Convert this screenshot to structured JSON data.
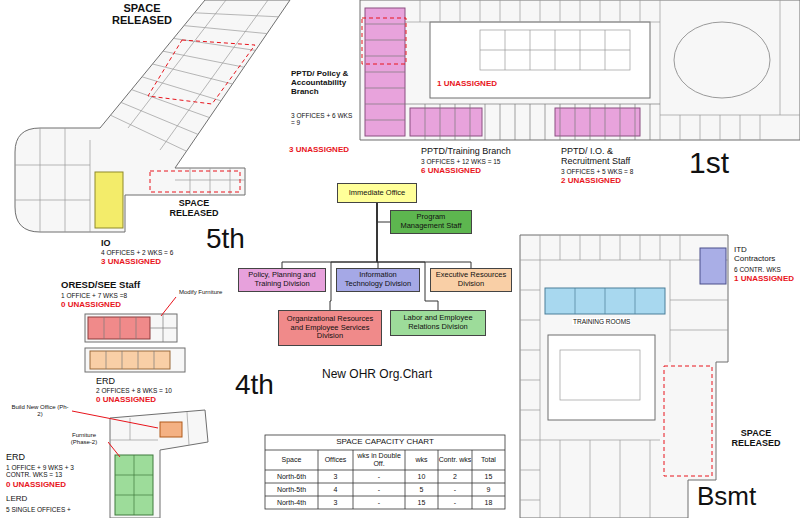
{
  "diagram": {
    "title": "New OHR Org.Chart",
    "nodes": [
      {
        "text": [
          "Immediate Office"
        ]
      },
      {
        "text": [
          "Program Management Staff"
        ]
      },
      {
        "text": [
          "Policy, Planning and Training Division"
        ]
      },
      {
        "text": [
          "Information Technology Division"
        ]
      },
      {
        "text": [
          "Executive Resources Division"
        ]
      },
      {
        "text": [
          "Organizational Resources and Employee Services Division"
        ]
      },
      {
        "text": [
          "Labor and Employee Relations Division"
        ]
      }
    ],
    "edges": [
      {
        "from": 0,
        "to": 1,
        "arrow": "none"
      },
      {
        "from": 0,
        "to": 2,
        "arrow": "none"
      },
      {
        "from": 0,
        "to": 3,
        "arrow": "none"
      },
      {
        "from": 0,
        "to": 4,
        "arrow": "none"
      },
      {
        "from": 0,
        "to": 5,
        "arrow": "none"
      },
      {
        "from": 0,
        "to": 6,
        "arrow": "none"
      }
    ],
    "labels": [
      "SPACE RELEASED",
      "PPTD/ Policy & Accountability Branch",
      "3 OFFICES + 6 WKS = 9",
      "3 UNASSIGNED",
      "1 UNASSIGNED",
      "PPTD/Training Branch",
      "3 OFFICES + 12 WKS = 15",
      "6 UNASSIGNED",
      "PPTD/ I.O. & Recruitment Staff",
      "3 OFFICES + 5 WKS = 8",
      "2 UNASSIGNED",
      "1st",
      "SPACE RELEASED",
      "IO",
      "4 OFFICES + 2 WKS = 6",
      "3 UNASSIGNED",
      "5th",
      "ORESD/SEE Staff",
      "1 OFFICE + 7 WKS =8",
      "0 UNASSIGNED",
      "Modify Furniture",
      "ERD",
      "2 OFFICES + 8 WKS = 10",
      "0 UNASSIGNED",
      "4th",
      "Build New Office (Ph-2)",
      "Furniture (Phase-2)",
      "ERD",
      "1 OFFICE + 9 WKS + 3 CONTR. WKS = 13",
      "0 UNASSIGNED",
      "LERD",
      "5 SINGLE OFFICES +",
      "ITD Contractors",
      "6 CONTR. WKS",
      "1 UNASSIGNED",
      "TRAINING ROOMS",
      "SPACE RELEASED",
      "Bsmt",
      "SPACE CAPACITY CHART",
      "Space",
      "Offices",
      "wks in Double Off.",
      "wks",
      "Contr. wks",
      "Total",
      "North-6th",
      "3",
      "-",
      "10",
      "2",
      "15",
      "North-5th",
      "4",
      "-",
      "5",
      "-",
      "9",
      "North-4th",
      "3",
      "-",
      "15",
      "-",
      "18"
    ]
  }
}
